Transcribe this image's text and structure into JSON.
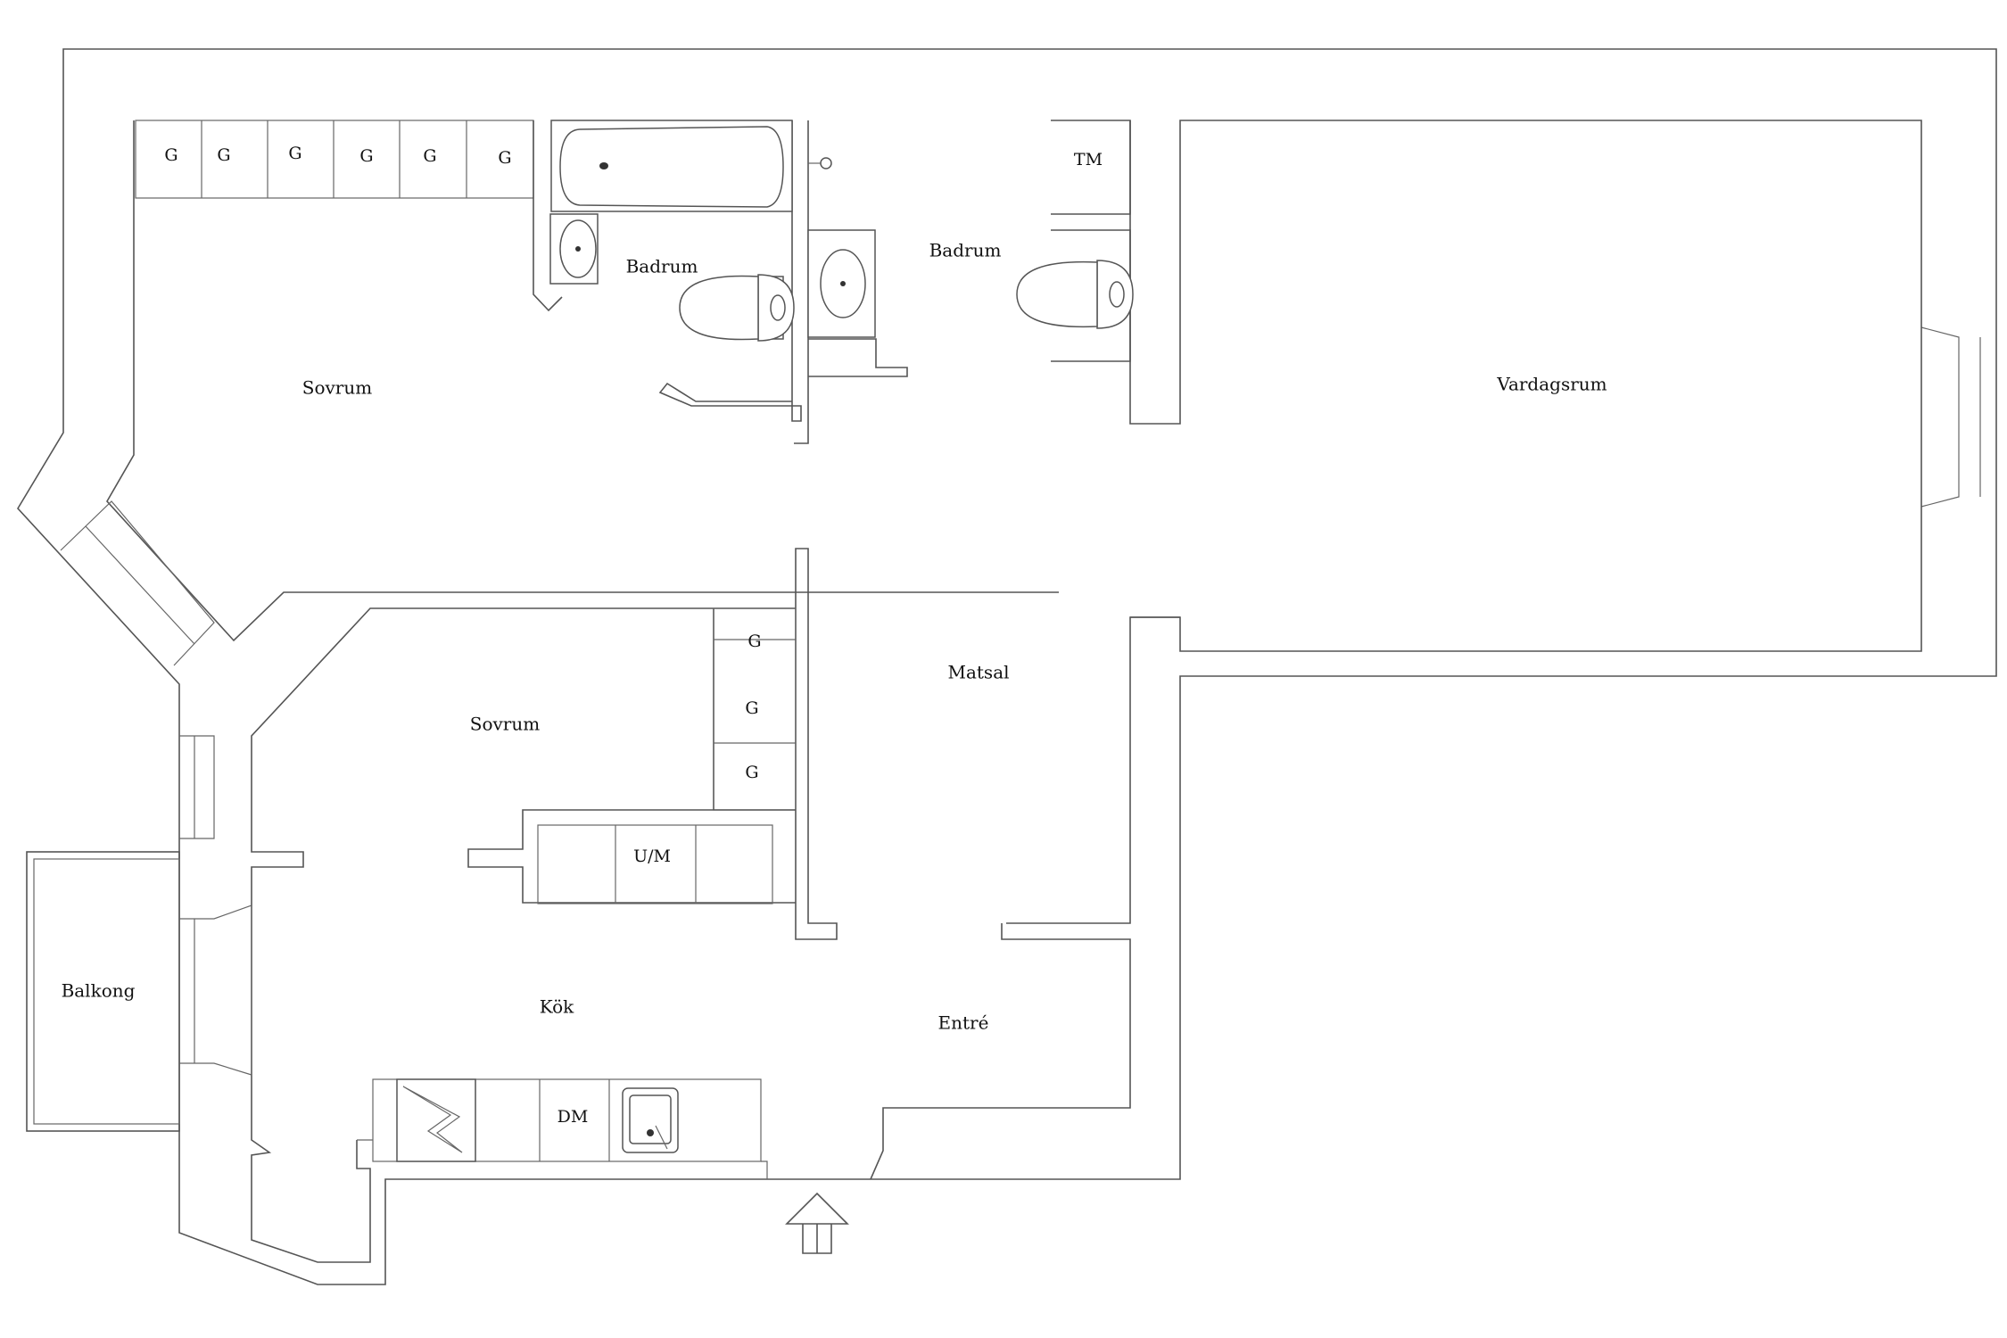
{
  "rooms": {
    "sovrum_large": "Sovrum",
    "badrum_1": "Badrum",
    "badrum_2": "Badrum",
    "vardagsrum": "Vardagsrum",
    "matsal": "Matsal",
    "sovrum_small": "Sovrum",
    "balkong": "Balkong",
    "kok": "Kök",
    "entre": "Entré"
  },
  "fixtures": {
    "wardrobe_label": "G",
    "washer_label": "TM",
    "laundry_cabinet_label": "U/M",
    "dishwasher_label": "DM"
  },
  "colors": {
    "walls": "#555555",
    "background": "#ffffff",
    "text": "#111111"
  }
}
